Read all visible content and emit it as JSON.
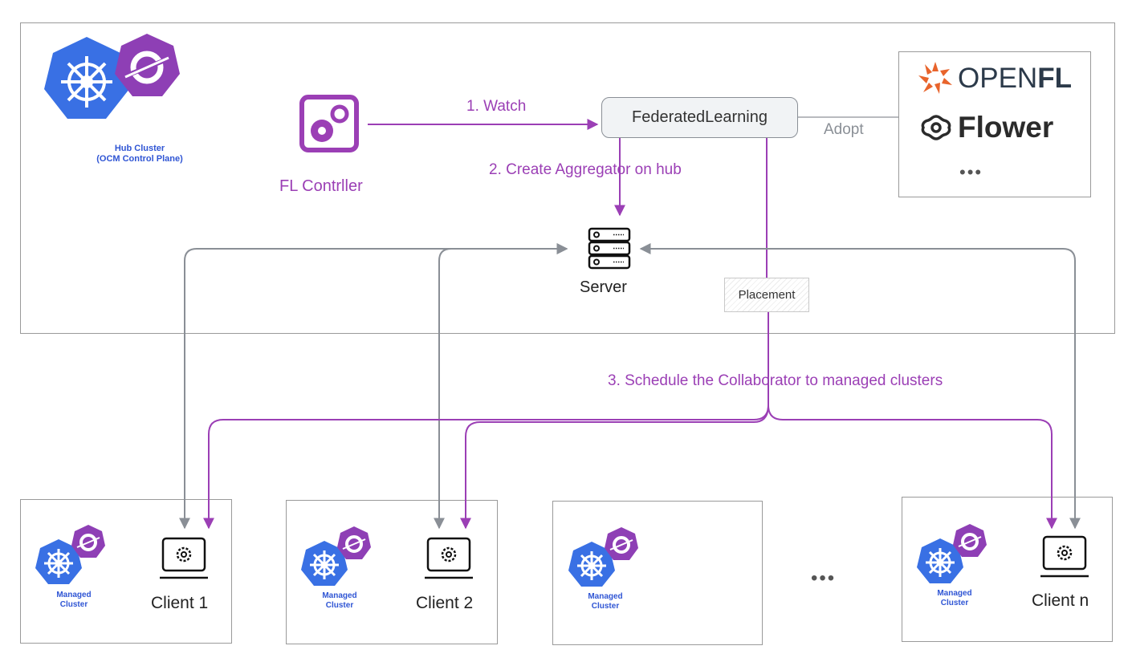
{
  "hub": {
    "logo_label_line1": "Hub Cluster",
    "logo_label_line2": "(OCM Control Plane)",
    "controller_label": "FL Contrller",
    "federated_learning": "FederatedLearning",
    "server_label": "Server",
    "placement_label": "Placement"
  },
  "steps": {
    "watch": "1. Watch",
    "create": "2. Create Aggregator on hub",
    "schedule": "3. Schedule the Collaborator to managed clusters",
    "adopt": "Adopt"
  },
  "frameworks": {
    "openfl_part1": "OPEN",
    "openfl_part2": "FL",
    "flower": "Flower",
    "more": "•••"
  },
  "clusters": [
    {
      "line1": "Managed",
      "line2": "Cluster",
      "client": "Client 1"
    },
    {
      "line1": "Managed",
      "line2": "Cluster",
      "client": "Client 2"
    },
    {
      "line1": "Managed",
      "line2": "Cluster",
      "client": ""
    },
    {
      "line1": "Managed",
      "line2": "Cluster",
      "client": "Client n"
    }
  ],
  "clusters_more": "•••",
  "colors": {
    "purple": "#9b3fb5",
    "gray": "#8a8f96",
    "k8s_blue": "#3970e4",
    "ocm_purple": "#8e3fb5",
    "openfl_orange": "#e8642c"
  }
}
